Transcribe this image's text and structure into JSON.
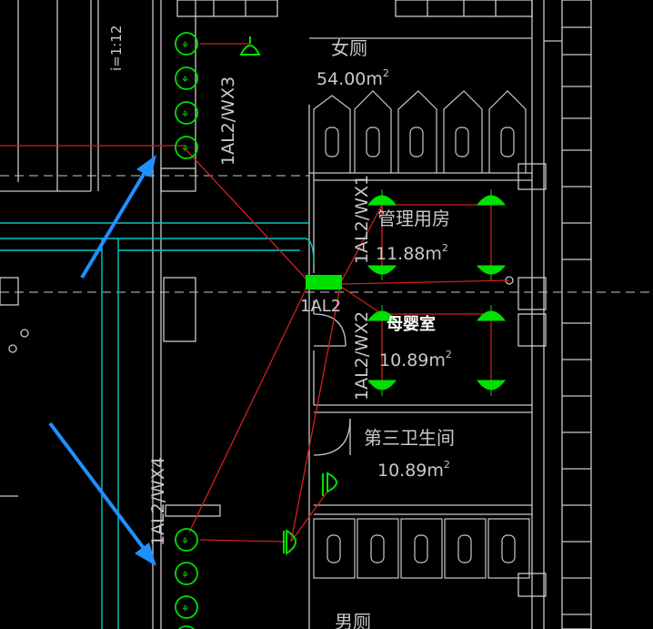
{
  "slope_label": "i=1:12",
  "rooms": {
    "womens_toilet": {
      "name": "女厕",
      "area": "54.00m",
      "area_sup": "2"
    },
    "management_room": {
      "name": "管理用房",
      "area": "11.88m",
      "area_sup": "2"
    },
    "mother_baby_room": {
      "name": "母婴室",
      "area": "10.89m",
      "area_sup": "2"
    },
    "third_restroom": {
      "name": "第三卫生间",
      "area": "10.89m",
      "area_sup": "2"
    },
    "mens_toilet": {
      "name": "男厕"
    }
  },
  "circuits": {
    "wx1": "1AL2/WX1",
    "wx2": "1AL2/WX2",
    "wx3": "1AL2/WX3",
    "wx4": "1AL2/WX4"
  },
  "panel": {
    "label": "1AL2"
  },
  "colors": {
    "background": "#000000",
    "wall": "#c8c8c8",
    "duct": "#00c8c8",
    "wire": "#d02020",
    "fixture": "#00e000",
    "arrow": "#2090ff",
    "text": "#c8c8c8"
  }
}
